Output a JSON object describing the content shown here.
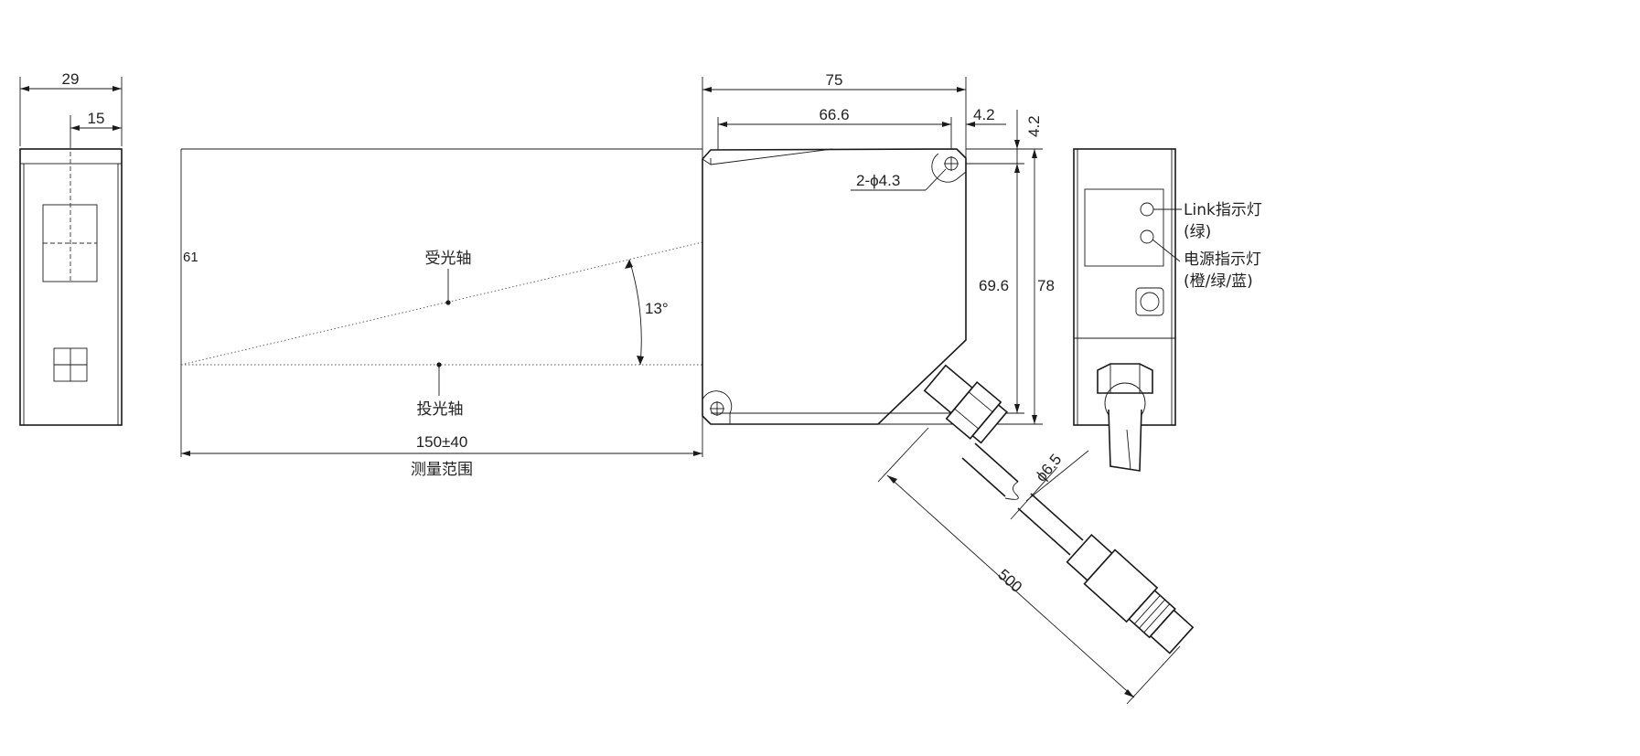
{
  "drawing": {
    "dims": {
      "side_width": "29",
      "side_half": "15",
      "height_left": "61",
      "top_overall": "75",
      "top_inner": "66.6",
      "top_offset": "4.2",
      "side_offset": "4.2",
      "hole": "2-ϕ4.3",
      "inner_height": "69.6",
      "overall_height": "78",
      "angle": "13°",
      "range": "150±40",
      "cable_dia": "ϕ6.5",
      "cable_len": "500"
    },
    "labels": {
      "receive_axis": "受光轴",
      "emit_axis": "投光轴",
      "measure_range": "测量范围",
      "link_led": "Link指示灯",
      "link_led_color": "(绿)",
      "power_led": "电源指示灯",
      "power_led_color": "(橙/绿/蓝)"
    }
  }
}
